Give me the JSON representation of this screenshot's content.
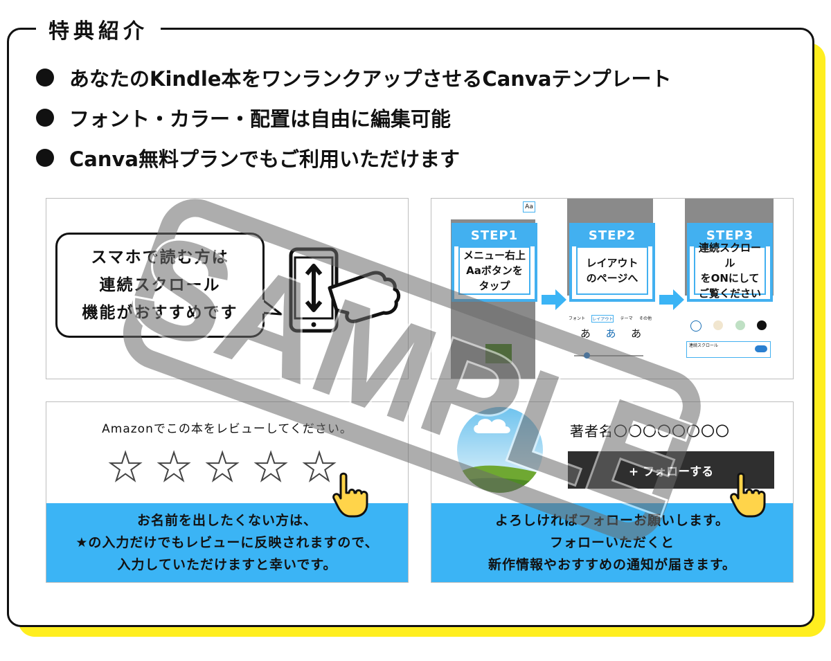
{
  "header": {
    "title": "特典紹介"
  },
  "bullets": [
    "あなたのKindle本をワンランクアップさせるCanvaテンプレート",
    "フォント・カラー・配置は自由に編集可能",
    "Canva無料プランでもご利用いただけます"
  ],
  "panel_scroll": {
    "bubble_lines": [
      "スマホで読む方は",
      "連続スクロール",
      "機能がおすすめです"
    ]
  },
  "panel_steps": {
    "steps": [
      {
        "head": "STEP1",
        "body": "メニュー右上\nAaボタンを\nタップ"
      },
      {
        "head": "STEP2",
        "body": "レイアウト\nのページへ"
      },
      {
        "head": "STEP3",
        "body": "連続スクロール\nをONにして\nご覧ください"
      }
    ],
    "aa_label": "Aa",
    "tabs": [
      "フォント",
      "レイアウト",
      "テーマ",
      "その他"
    ],
    "glyphs": [
      "あ",
      "あ",
      "あ"
    ],
    "scroll_toggle_label": "連続スクロール"
  },
  "panel_review": {
    "prompt": "Amazonでこの本をレビューしてください。",
    "star_count": 5,
    "footer_lines": [
      "お名前を出したくない方は、",
      "★の入力だけでもレビューに反映されますので、",
      "入力していただけますと幸いです。"
    ]
  },
  "panel_follow": {
    "author": "著者名〇〇〇〇〇〇〇〇",
    "follow_button": "+ フォローする",
    "footer_lines": [
      "よろしければフォローお願いします。",
      "フォローいただくと",
      "新作情報やおすすめの通知が届きます。"
    ]
  },
  "watermark": {
    "text": "SAMPLE"
  },
  "colors": {
    "accent_blue": "#3bb4f5",
    "shadow_yellow": "#ffee1f",
    "dark": "#2f2f2f"
  }
}
